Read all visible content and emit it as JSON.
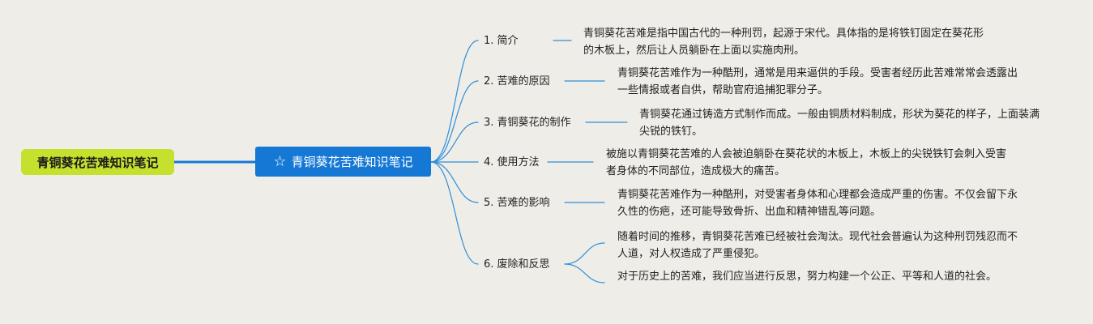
{
  "root": {
    "label": "青铜葵花苦难知识笔记"
  },
  "center": {
    "label": "青铜葵花苦难知识笔记",
    "icon": "star-outline-icon"
  },
  "colors": {
    "background": "#eeede8",
    "root": "#c5e02d",
    "center": "#1478d4",
    "link": "#2f8fd8"
  },
  "branches": [
    {
      "label": "1. 简介",
      "leaves": [
        "青铜葵花苦难是指中国古代的一种刑罚，起源于宋代。具体指的是将铁钉固定在葵花形的木板上，然后让人员躺卧在上面以实施肉刑。"
      ]
    },
    {
      "label": "2. 苦难的原因",
      "leaves": [
        "青铜葵花苦难作为一种酷刑，通常是用来逼供的手段。受害者经历此苦难常常会透露出一些情报或者自供，帮助官府追捕犯罪分子。"
      ]
    },
    {
      "label": "3. 青铜葵花的制作",
      "leaves": [
        "青铜葵花通过铸造方式制作而成。一般由铜质材料制成，形状为葵花的样子，上面装满尖锐的铁钉。"
      ]
    },
    {
      "label": "4. 使用方法",
      "leaves": [
        "被施以青铜葵花苦难的人会被迫躺卧在葵花状的木板上，木板上的尖锐铁钉会刺入受害者身体的不同部位，造成极大的痛苦。"
      ]
    },
    {
      "label": "5. 苦难的影响",
      "leaves": [
        "青铜葵花苦难作为一种酷刑，对受害者身体和心理都会造成严重的伤害。不仅会留下永久性的伤疤，还可能导致骨折、出血和精神错乱等问题。"
      ]
    },
    {
      "label": "6. 废除和反思",
      "leaves": [
        "随着时间的推移，青铜葵花苦难已经被社会淘汰。现代社会普遍认为这种刑罚残忍而不人道，对人权造成了严重侵犯。",
        "对于历史上的苦难，我们应当进行反思，努力构建一个公正、平等和人道的社会。"
      ]
    }
  ]
}
